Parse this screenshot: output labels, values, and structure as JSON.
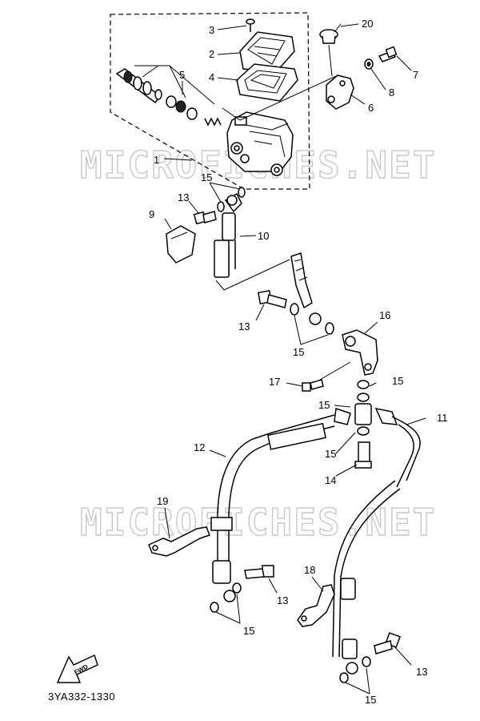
{
  "watermark": "MICROFICHES.NET",
  "drawing_code": "3YA332-1330",
  "fwd_label": "FWD",
  "callouts": {
    "c1": "1",
    "c2": "2",
    "c3": "3",
    "c4": "4",
    "c5": "5",
    "c6": "6",
    "c7": "7",
    "c8": "8",
    "c9": "9",
    "c10": "10",
    "c11": "11",
    "c12": "12",
    "c13a": "13",
    "c13b": "13",
    "c13c": "13",
    "c13d": "13",
    "c14": "14",
    "c15a": "15",
    "c15b": "15",
    "c15c": "15",
    "c15d": "15",
    "c15e": "15",
    "c15f": "15",
    "c15g": "15",
    "c16": "16",
    "c17": "17",
    "c18": "18",
    "c19": "19",
    "c20": "20"
  }
}
